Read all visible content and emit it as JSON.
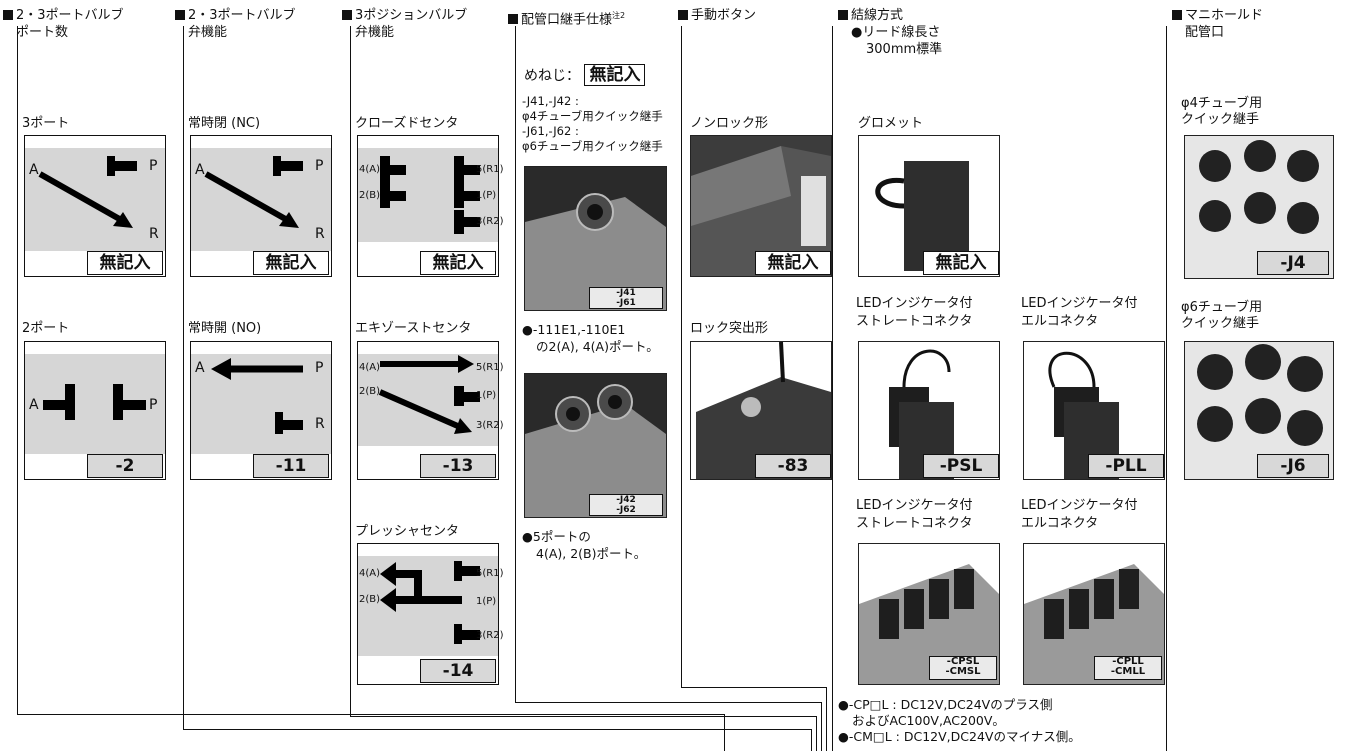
{
  "headers": [
    {
      "line1": "2・3ポートバルブ",
      "line2": "ポート数"
    },
    {
      "line1": "2・3ポートバルブ",
      "line2": "弁機能"
    },
    {
      "line1": "3ポジションバルブ",
      "line2": "弁機能"
    },
    {
      "line1": "配管口継手仕様",
      "sup": "注2"
    },
    {
      "line1": "手動ボタン"
    },
    {
      "line1": "結線方式",
      "line2": "●リード線長さ",
      "line3": "300mm標準"
    },
    {
      "line1": "マニホールド",
      "line2": "配管口"
    }
  ],
  "port_count": [
    {
      "label": "3ポート",
      "code": "無記入",
      "ports": [
        "A",
        "P",
        "R"
      ]
    },
    {
      "label": "2ポート",
      "code": "-2",
      "ports": [
        "A",
        "P"
      ]
    }
  ],
  "valve_function": [
    {
      "label": "常時閉 (NC)",
      "code": "無記入",
      "ports": [
        "A",
        "P",
        "R"
      ]
    },
    {
      "label": "常時開 (NO)",
      "code": "-11",
      "ports": [
        "A",
        "P",
        "R"
      ]
    }
  ],
  "three_position": [
    {
      "label": "クローズドセンタ",
      "code": "無記入",
      "left_ports": [
        "4(A)",
        "2(B)"
      ],
      "right_ports": [
        "5(R1)",
        "1(P)",
        "3(R2)"
      ]
    },
    {
      "label": "エキゾーストセンタ",
      "code": "-13",
      "left_ports": [
        "4(A)",
        "2(B)"
      ],
      "right_ports": [
        "5(R1)",
        "1(P)",
        "3(R2)"
      ]
    },
    {
      "label": "プレッシャセンタ",
      "code": "-14",
      "left_ports": [
        "4(A)",
        "2(B)"
      ],
      "right_ports": [
        "5(R1)",
        "1(P)",
        "3(R2)"
      ]
    }
  ],
  "fitting": {
    "female_label": "めねじ：",
    "female_code": "無記入",
    "desc": [
      "-J41,-J42 :",
      "φ4チューブ用クイック継手",
      "-J61,-J62 :",
      "φ6チューブ用クイック継手"
    ],
    "photo1_tag": [
      "-J41",
      "-J61"
    ],
    "note1": [
      "●-111E1,-110E1",
      "の2(A), 4(A)ポート。"
    ],
    "photo2_tag": [
      "-J42",
      "-J62"
    ],
    "note2": [
      "●5ポートの",
      "4(A), 2(B)ポート。"
    ]
  },
  "manual_button": [
    {
      "label": "ノンロック形",
      "code": "無記入"
    },
    {
      "label": "ロック突出形",
      "code": "-83"
    }
  ],
  "wiring": {
    "grommet": {
      "label": "グロメット",
      "code": "無記入"
    },
    "psl": {
      "label": [
        "LEDインジケータ付",
        "ストレートコネクタ"
      ],
      "code": "-PSL"
    },
    "pll": {
      "label": [
        "LEDインジケータ付",
        "エルコネクタ"
      ],
      "code": "-PLL"
    },
    "cpsl": {
      "label": [
        "LEDインジケータ付",
        "ストレートコネクタ"
      ],
      "code": [
        "-CPSL",
        "-CMSL"
      ]
    },
    "cpll": {
      "label": [
        "LEDインジケータ付",
        "エルコネクタ"
      ],
      "code": [
        "-CPLL",
        "-CMLL"
      ]
    },
    "notes": [
      "●-CP□L : DC12V,DC24Vのプラス側",
      "およびAC100V,AC200V。",
      "●-CM□L : DC12V,DC24Vのマイナス側。"
    ]
  },
  "manifold": [
    {
      "label": [
        "φ4チューブ用",
        "クイック継手"
      ],
      "code": "-J4"
    },
    {
      "label": [
        "φ6チューブ用",
        "クイック継手"
      ],
      "code": "-J6"
    }
  ]
}
